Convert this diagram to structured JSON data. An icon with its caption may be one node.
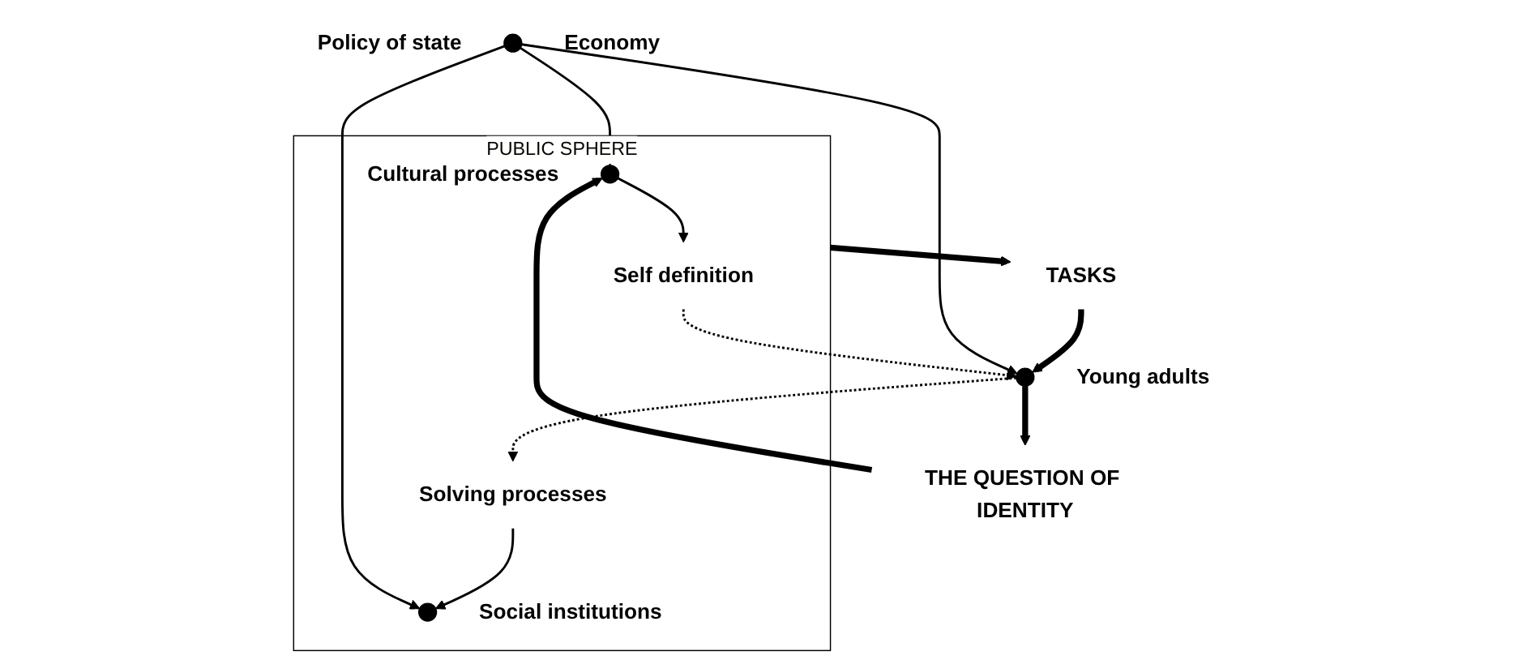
{
  "diagram": {
    "nodes": [
      {
        "text": [],
        "shape": "circle",
        "beside": [
          "Policy of state",
          "Economy"
        ]
      },
      {
        "text": [
          "PUBLIC SPHERE"
        ]
      },
      {
        "text": [],
        "shape": "circle",
        "in": 1,
        "beside": [
          "Cultural processes"
        ]
      },
      {
        "text": [
          "Self definition"
        ],
        "in": 1
      },
      {
        "text": [
          "Solving processes"
        ],
        "in": 1
      },
      {
        "text": [],
        "shape": "circle",
        "in": 1,
        "beside": [
          "Social institutions"
        ]
      },
      {
        "text": [
          "THE QUESTION OF IDENTITY"
        ]
      },
      {
        "text": [],
        "shape": "circle",
        "beside": [
          "Young adults"
        ]
      },
      {
        "text": [
          "TASKS"
        ]
      }
    ],
    "edges": [
      {
        "from": 0,
        "to": 2,
        "arrow": "to"
      },
      {
        "from": 0,
        "to": 5,
        "arrow": "to"
      },
      {
        "from": 0,
        "to": 7,
        "arrow": "to"
      },
      {
        "from": 2,
        "to": 3,
        "arrow": "to"
      },
      {
        "from": 3,
        "to": 7,
        "arrow": "to",
        "style": "dashed"
      },
      {
        "from": 7,
        "to": 4,
        "arrow": "to",
        "style": "dashed"
      },
      {
        "from": 4,
        "to": 5,
        "arrow": "to"
      },
      {
        "from": 1,
        "to": 8,
        "arrow": "to",
        "style": "thick"
      },
      {
        "from": 8,
        "to": 7,
        "arrow": "to",
        "style": "thick"
      },
      {
        "from": 7,
        "to": 6,
        "arrow": "to",
        "style": "thick"
      },
      {
        "from": 6,
        "to": 2,
        "arrow": "to",
        "style": "thick"
      }
    ]
  }
}
